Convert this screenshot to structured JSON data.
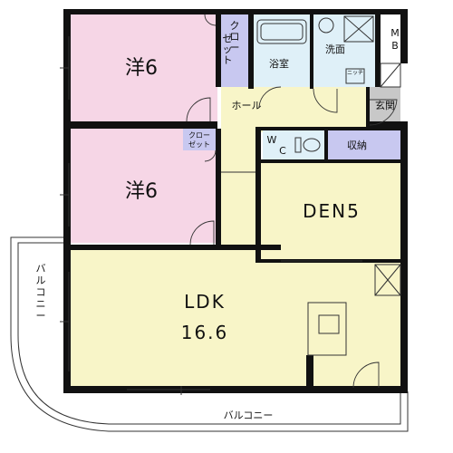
{
  "floorplan": {
    "rooms": {
      "western_room_1": {
        "name": "洋",
        "size": "6"
      },
      "western_room_2": {
        "name": "洋",
        "size": "6"
      },
      "ldk": {
        "name": "LDK",
        "size": "16.6"
      },
      "den": {
        "name": "DEN",
        "size": "5"
      }
    },
    "labels": {
      "closet_1": [
        "ク",
        "ロ",
        "ー",
        "ゼ",
        "ッ",
        "ト"
      ],
      "closet_2": [
        "クロー",
        "ゼット"
      ],
      "bathroom": "浴室",
      "washroom": "洗面",
      "hall": "ホール",
      "entrance": "玄関",
      "wc": [
        "W",
        "C"
      ],
      "storage": "収納",
      "mb": [
        "M",
        "B"
      ],
      "niche": "ニッチ",
      "balcony_left": [
        "バ",
        "ル",
        "コ",
        "ニ",
        "ー"
      ],
      "balcony_bottom": "バルコニー"
    },
    "colors": {
      "western_room": "#f6d6e6",
      "ldk": "#f8f5c8",
      "wet_area": "#dff0f8",
      "storage_blue": "#c8c8f0",
      "entrance_gray": "#c8c8c8",
      "wall": "#111111"
    }
  }
}
